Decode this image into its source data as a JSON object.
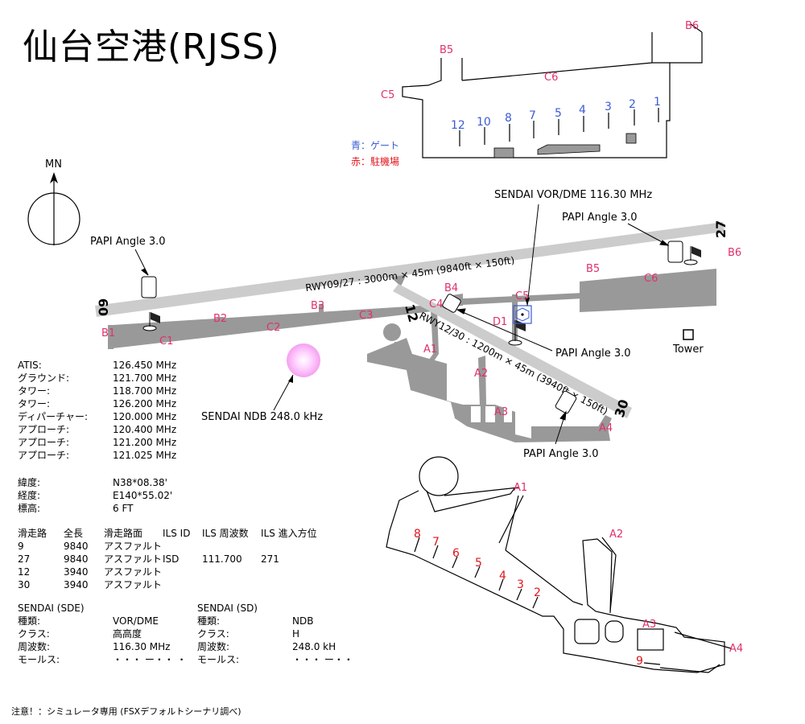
{
  "title": "仙台空港(RJSS)",
  "legend": {
    "gate": "青：ゲート",
    "parking": "赤：駐機場"
  },
  "compass": "MN",
  "runways": {
    "rwy0927": "RWY09/27 : 3000m × 45m (9840ft × 150ft)",
    "rwy1230": "RWY12/30 : 1200m × 45m (3940ft × 150ft)",
    "ends": {
      "r09": "09",
      "r27": "27",
      "r12": "12",
      "r30": "30"
    }
  },
  "annotations": {
    "papi_w": "PAPI Angle 3.0",
    "papi_e": "PAPI Angle 3.0",
    "papi_12": "PAPI Angle 3.0",
    "papi_30": "PAPI Angle 3.0",
    "vor": "SENDAI VOR/DME 116.30 MHz",
    "ndb": "SENDAI NDB 248.0 kHz",
    "tower": "Tower"
  },
  "taxiways": {
    "B1": "B1",
    "C1": "C1",
    "B2": "B2",
    "C2": "C2",
    "B3": "B3",
    "C3": "C3",
    "B4": "B4",
    "C4": "C4",
    "C5": "C5",
    "D1": "D1",
    "B5": "B5",
    "C6": "C6",
    "B6": "B6",
    "A1": "A1",
    "A2": "A2",
    "A3": "A3",
    "A4": "A4",
    "B5t": "B5",
    "C6t": "C6",
    "C5t": "C5",
    "B6t": "B6",
    "A1d": "A1",
    "A2d": "A2",
    "A3d": "A3",
    "A4d": "A4"
  },
  "gates": [
    "12",
    "10",
    "8",
    "7",
    "5",
    "4",
    "3",
    "2",
    "1"
  ],
  "stands": [
    "8",
    "7",
    "6",
    "5",
    "4",
    "3",
    "2",
    "9"
  ],
  "frequencies": [
    {
      "label": "ATIS:",
      "value": "126.450 MHz"
    },
    {
      "label": "グラウンド:",
      "value": "121.700 MHz"
    },
    {
      "label": "タワー:",
      "value": "118.700 MHz"
    },
    {
      "label": "タワー:",
      "value": "126.200 MHz"
    },
    {
      "label": "ディパーチャー:",
      "value": "120.000 MHz"
    },
    {
      "label": "アプローチ:",
      "value": "120.400 MHz"
    },
    {
      "label": "アプローチ:",
      "value": "121.200 MHz"
    },
    {
      "label": "アプローチ:",
      "value": "121.025 MHz"
    }
  ],
  "position": [
    {
      "label": "緯度:",
      "value": "N38*08.38'"
    },
    {
      "label": "経度:",
      "value": "E140*55.02'"
    },
    {
      "label": "標高:",
      "value": "6 FT"
    }
  ],
  "runway_table": {
    "headers": [
      "滑走路",
      "全長",
      "滑走路面",
      "ILS ID",
      "ILS 周波数",
      "ILS 進入方位"
    ],
    "rows": [
      [
        "9",
        "9840",
        "アスファルト",
        "",
        "",
        ""
      ],
      [
        "27",
        "9840",
        "アスファルト",
        "ISD",
        "111.700",
        "271"
      ],
      [
        "12",
        "3940",
        "アスファルト",
        "",
        "",
        ""
      ],
      [
        "30",
        "3940",
        "アスファルト",
        "",
        "",
        ""
      ]
    ]
  },
  "navaids": [
    {
      "name": "SENDAI (SDE)",
      "rows": [
        {
          "label": "種類:",
          "value": "VOR/DME"
        },
        {
          "label": "クラス:",
          "value": "高高度"
        },
        {
          "label": "周波数:",
          "value": "116.30 MHz"
        },
        {
          "label": "モールス:",
          "value": "・・・ ー・・ ・"
        }
      ]
    },
    {
      "name": "SENDAI (SD)",
      "rows": [
        {
          "label": "種類:",
          "value": "NDB"
        },
        {
          "label": "クラス:",
          "value": "H"
        },
        {
          "label": "周波数:",
          "value": "248.0 kH"
        },
        {
          "label": "モールス:",
          "value": "・・・ ー・・"
        }
      ]
    }
  ],
  "note": "注意！：シミュレータ専用 (FSXデフォルトシーナリ調べ)",
  "colors": {
    "gate": "#3b5bd6",
    "parking": "#e0141c",
    "taxi_label": "#e0306a",
    "pavement": "#999999",
    "runway": "#cccccc"
  }
}
